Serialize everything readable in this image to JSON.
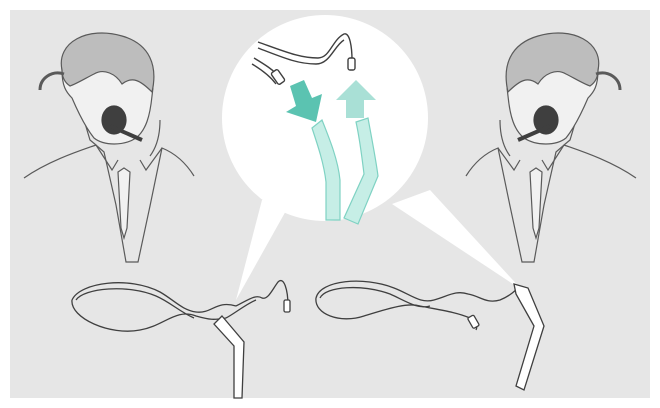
{
  "illustration": {
    "colors": {
      "background": "#ffffff",
      "panel": "#e6e6e6",
      "line": "#5a5a5a",
      "head_fill": "#f1f1f1",
      "hair_fill": "#bdbdbd",
      "ear_dark": "#3f3f3f",
      "arrow_dark": "#5bc3b1",
      "arrow_light": "#a9e0d6",
      "tube_fill": "#c6eee6",
      "tube_stroke": "#7fd2c3"
    },
    "figures": [
      {
        "label": "",
        "icon": "person-with-headset-left"
      },
      {
        "label": "",
        "icon": "person-with-headset-right"
      }
    ],
    "callout": {
      "icon": "zoom-circle",
      "arrows": [
        "insert-arrow",
        "remove-arrow"
      ],
      "tubes": 2
    },
    "headbands": [
      {
        "icon": "headband-left"
      },
      {
        "icon": "headband-right"
      }
    ]
  }
}
